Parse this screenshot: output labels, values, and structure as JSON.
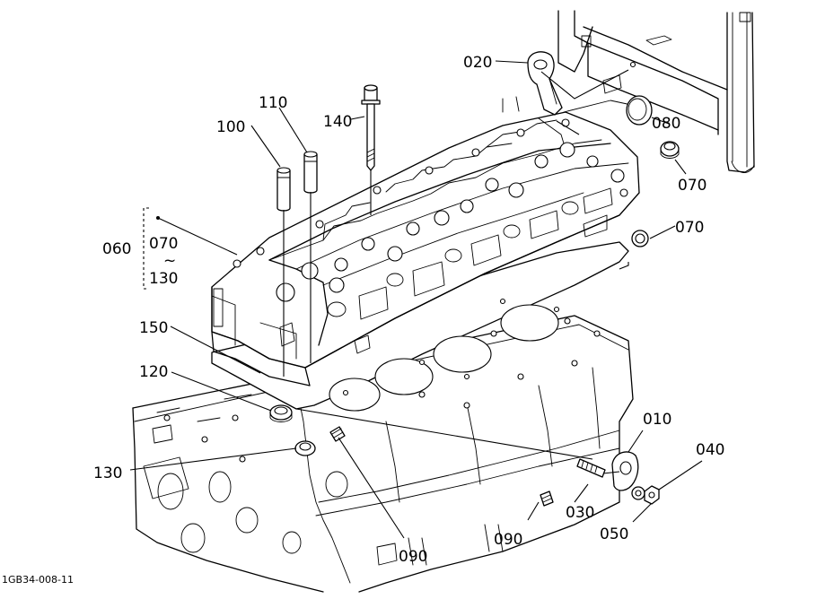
{
  "callouts": {
    "c010": "010",
    "c020": "020",
    "c030": "030",
    "c040": "040",
    "c050": "050",
    "c060": "060",
    "c070_upper": "070",
    "c070_lower": "070",
    "c070_range_start": "070",
    "c070_range_tilde": "~",
    "c070_range_end": "130",
    "c080": "080",
    "c090_center": "090",
    "c090_right": "090",
    "c100": "100",
    "c110": "110",
    "c120": "120",
    "c130": "130",
    "c140": "140",
    "c150": "150"
  },
  "figure_id": "1GB34-008-11"
}
